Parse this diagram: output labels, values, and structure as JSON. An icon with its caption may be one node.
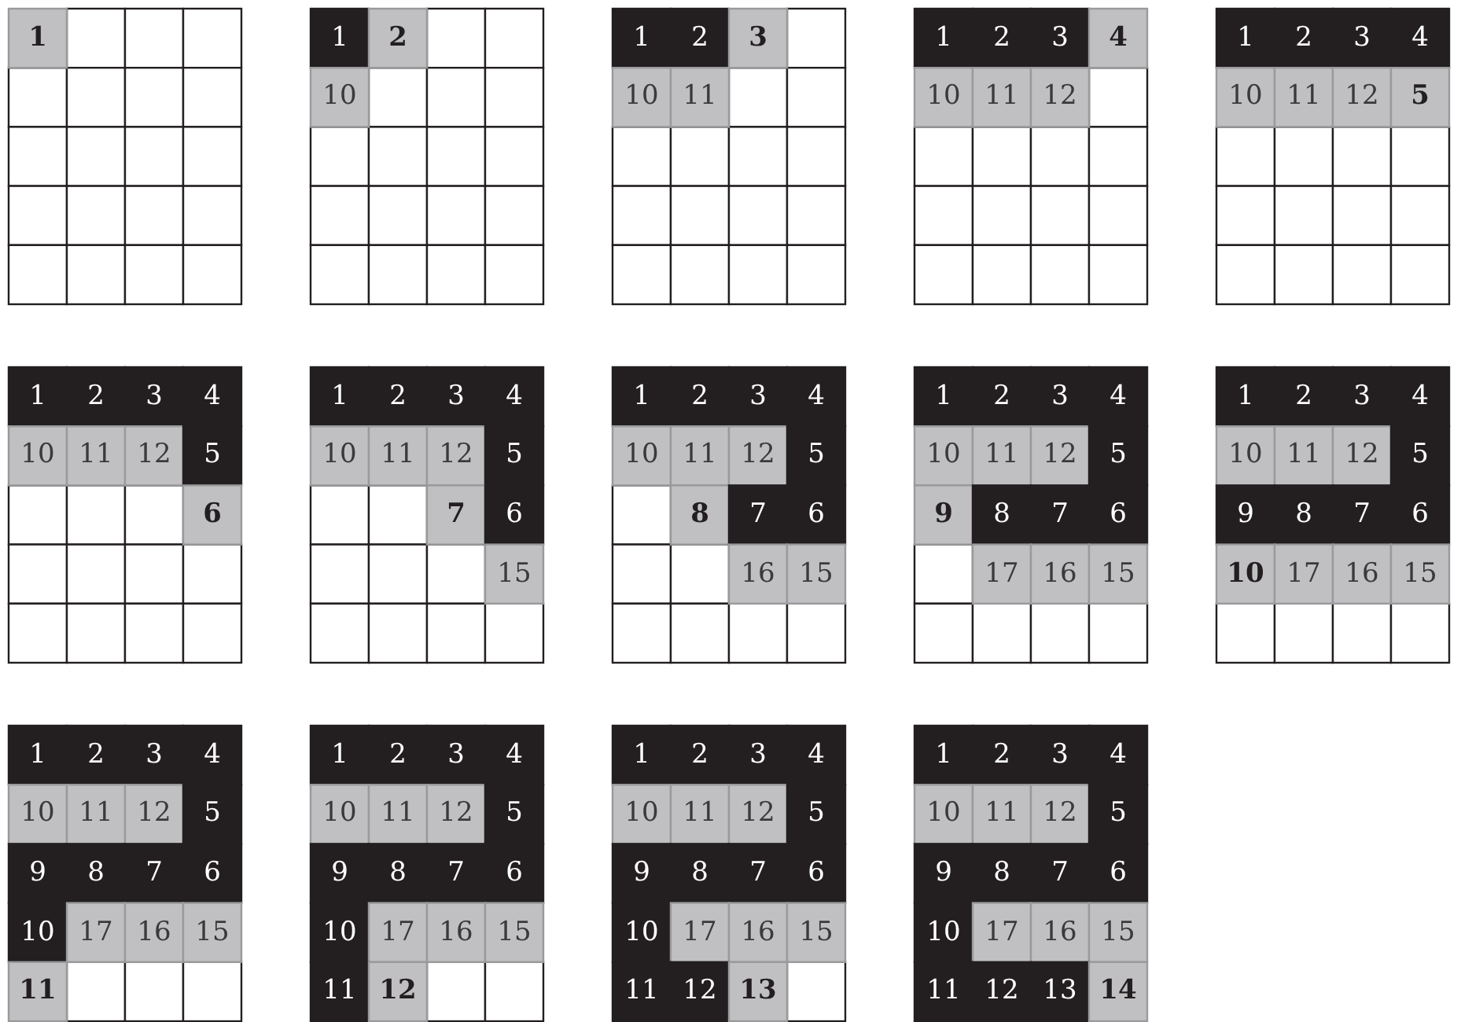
{
  "diagram": {
    "labels": [
      "1",
      "1",
      "2",
      "10",
      "1",
      "2",
      "3",
      "10",
      "11",
      "1",
      "2",
      "3",
      "4",
      "10",
      "11",
      "12",
      "1",
      "2",
      "3",
      "4",
      "10",
      "11",
      "12",
      "5",
      "1",
      "2",
      "3",
      "4",
      "10",
      "11",
      "12",
      "5",
      "6",
      "1",
      "2",
      "3",
      "4",
      "10",
      "11",
      "12",
      "5",
      "7",
      "6",
      "15",
      "1",
      "2",
      "3",
      "4",
      "10",
      "11",
      "12",
      "5",
      "8",
      "7",
      "6",
      "16",
      "15",
      "1",
      "2",
      "3",
      "4",
      "10",
      "11",
      "12",
      "5",
      "9",
      "8",
      "7",
      "6",
      "17",
      "16",
      "15",
      "1",
      "2",
      "3",
      "4",
      "10",
      "11",
      "12",
      "5",
      "9",
      "8",
      "7",
      "6",
      "10",
      "17",
      "16",
      "15",
      "1",
      "2",
      "3",
      "4",
      "10",
      "11",
      "12",
      "5",
      "9",
      "8",
      "7",
      "6",
      "10",
      "17",
      "16",
      "15",
      "11",
      "1",
      "2",
      "3",
      "4",
      "10",
      "11",
      "12",
      "5",
      "9",
      "8",
      "7",
      "6",
      "10",
      "17",
      "16",
      "15",
      "11",
      "12",
      "1",
      "2",
      "3",
      "4",
      "10",
      "11",
      "12",
      "5",
      "9",
      "8",
      "7",
      "6",
      "10",
      "17",
      "16",
      "15",
      "11",
      "12",
      "13",
      "1",
      "2",
      "3",
      "4",
      "10",
      "11",
      "12",
      "5",
      "9",
      "8",
      "7",
      "6",
      "10",
      "17",
      "16",
      "15",
      "11",
      "12",
      "13",
      "14"
    ]
  }
}
